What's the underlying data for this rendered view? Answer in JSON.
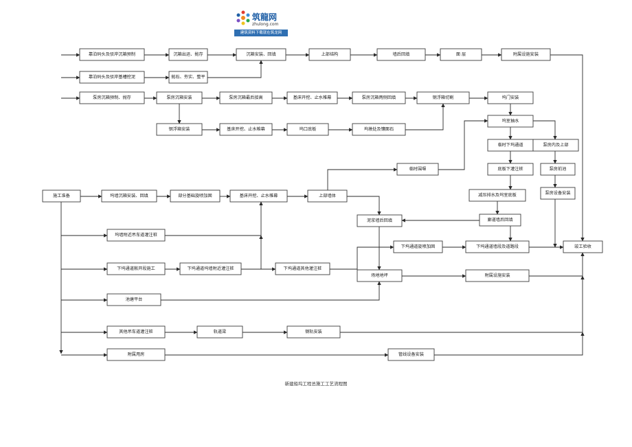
{
  "logo": {
    "name": "筑龍网",
    "url": "zhulong.com",
    "banner": "建筑资料下载就在筑龙网"
  },
  "caption": "新建船坞工程总施工工艺流程图",
  "nodes": {
    "n1": "施工准备",
    "n2": "靠泊码头及驳岸沉箱预制",
    "n3": "沉箱出运、抛存",
    "n4": "沉箱安装、回填",
    "n5": "上部结构",
    "n6": "墙后回填",
    "n7": "面 层",
    "n8": "附属设施安装",
    "n9": "靠泊码头及驳岸基槽挖泥",
    "n10": "抛石、夯实、整平",
    "n11": "泵房沉箱预制、抛存",
    "n12": "泵房沉箱安装",
    "n13": "泵房沉箱最后接高",
    "n14": "基床开挖、止水帷幕",
    "n15": "泵房沉箱两侧回填",
    "n16": "钢浮箱切割",
    "n17": "坞门安装",
    "n18": "钢浮箱安装",
    "n19": "基床开挖、止水帷幕",
    "n20": "坞口底板",
    "n21": "坞墩处及镶面石",
    "n22": "坞室抽水",
    "n23": "临时下坞通道",
    "n24": "泵房内及上部",
    "n25": "临时围堰",
    "n26": "底板下灌注桩",
    "n27": "泵房前池",
    "n28": "泵房设备安装",
    "n29": "坞墙沉箱安装、回填",
    "n30": "部分基础旋喷加固",
    "n31": "基床开挖、止水帷幕",
    "n32": "上部墙体",
    "n33": "减压排水及坞室底板",
    "n34": "廊道墙后回填",
    "n35": "泥浆墙后回填",
    "n36": "坞墙附近吊车道灌注桩",
    "n37": "下坞通道旋喷加固",
    "n38": "下坞通道墙段及道路段",
    "n39": "竣工验收",
    "n40": "下坞通道敞开段施工",
    "n41": "下坞通道坞墙附近灌注桩",
    "n42": "下坞通道其他灌注桩",
    "n43": "场地地坪",
    "n44": "附属设施安装",
    "n45": "池塘平台",
    "n46": "其他吊车道灌注桩",
    "n47": "轨道梁",
    "n48": "钢轨安装",
    "n49": "附属用房",
    "n50": "管线设备安装"
  }
}
